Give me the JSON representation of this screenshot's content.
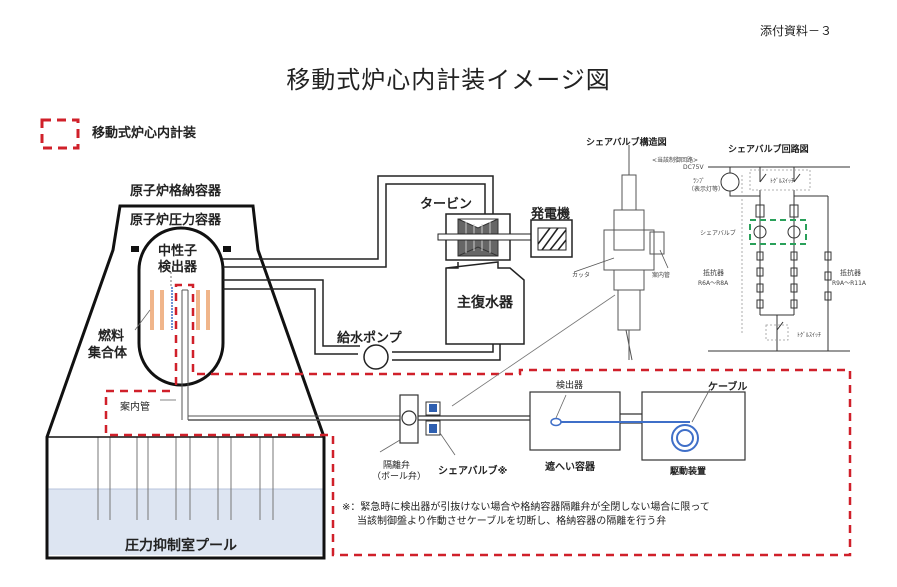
{
  "document_ref": "添付資料－３",
  "title": "移動式炉心内計装イメージ図",
  "legend": {
    "label": "移動式炉心内計装",
    "line_style": "red-dashed",
    "color": "#d0202a"
  },
  "reactor": {
    "containment_label": "原子炉格納容器",
    "pressure_vessel_label": "原子炉圧力容器",
    "neutron_detector_label": [
      "中性子",
      "検出器"
    ],
    "fuel_assembly_label": [
      "燃料",
      "集合体"
    ],
    "guide_tube_label": "案内管",
    "suppression_pool_label": "圧力抑制室プール"
  },
  "plant": {
    "turbine_label": "タービン",
    "generator_label": "発電機",
    "condenser_label": "主復水器",
    "feedwater_pump_label": "給水ポンプ"
  },
  "shear_valve_structure": {
    "title": "シェアバルブ構造図",
    "cutter_label": "カッタ",
    "guide_tube_label": "案内管"
  },
  "shear_valve_circuit": {
    "title": "シェアバルブ回路図",
    "top_note": "<当該制御回路>",
    "top_code": "DC75V",
    "lamp_label": [
      "ﾗﾝﾌﾟ",
      "（表示灯等）"
    ],
    "switch_label": "ﾄｸﾞﾙｽｲｯﾁ",
    "shear_valve_label": "シェアバルブ",
    "left_resistor_label": [
      "抵抗器",
      "R6A～R8A"
    ],
    "right_resistor_label": [
      "抵抗器",
      "R9A～R11A"
    ],
    "bottom_switch_label": "ﾄｸﾞﾙｽｲｯﾁ"
  },
  "tip_system": {
    "isolation_valve_label": [
      "隔離弁",
      "（ボール弁）"
    ],
    "shear_valve_label": "シェアバルブ※",
    "shield_container_label": "遮へい容器",
    "detector_label": "検出器",
    "cable_label": "ケーブル",
    "drive_unit_label": "駆動装置"
  },
  "footnote": [
    "※：緊急時に検出器が引抜けない場合や格納容器隔離弁が全閉しない場合に限って",
    "当該制御盤より作動させケーブルを切断し、格納容器の隔離を行う弁"
  ],
  "colors": {
    "tip_dash": "#d0202a",
    "cable": "#3f6fc8",
    "fuel": "#f0b58a",
    "pool": "#dde5f2",
    "valve_blue": "#2e5fb0",
    "green_box": "#2aa05a"
  }
}
